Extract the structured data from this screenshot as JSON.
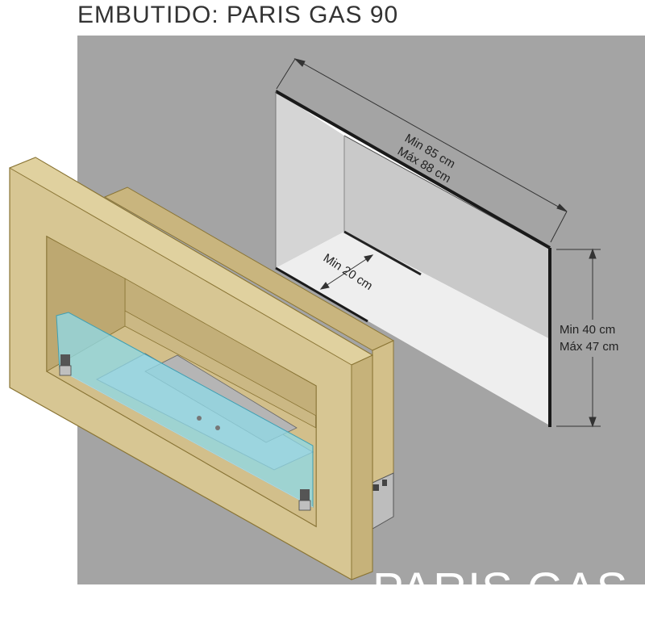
{
  "title": "EMBUTIDO: PARIS GAS 90",
  "brand": "PARIS GAS",
  "dimensions": {
    "width_min": "Min 85 cm",
    "width_max": "Máx 88 cm",
    "depth_min": "Min 20 cm",
    "height_min": "Min 40 cm",
    "height_max": "Máx 47 cm"
  },
  "colors": {
    "wall": "#a4a4a4",
    "frame": "#d7c693",
    "frame_edge": "#8a7535",
    "glass": "#8fd8e6",
    "niche": "#e8e8e8"
  }
}
